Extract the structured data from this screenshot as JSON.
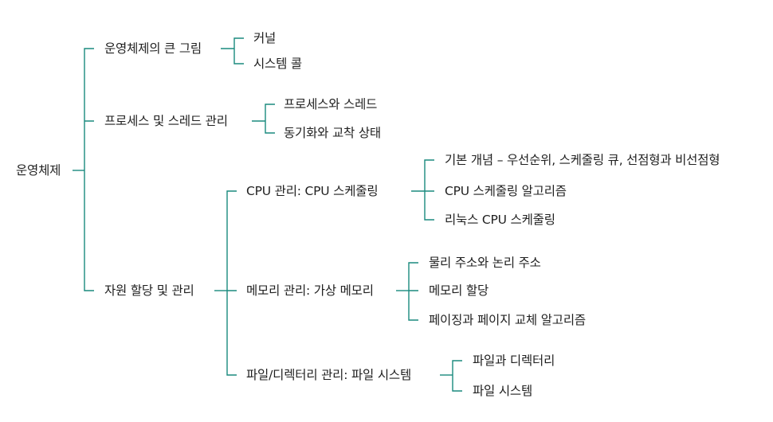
{
  "tree": {
    "root": "운영체제",
    "branches": [
      {
        "label": "운영체제의 큰 그림",
        "children": [
          {
            "label": "커널"
          },
          {
            "label": "시스템 콜"
          }
        ]
      },
      {
        "label": "프로세스 및 스레드 관리",
        "children": [
          {
            "label": "프로세스와 스레드"
          },
          {
            "label": "동기화와 교착 상태"
          }
        ]
      },
      {
        "label": "자원 할당 및 관리",
        "children": [
          {
            "label": "CPU 관리: CPU 스케줄링",
            "children": [
              {
                "label": "기본 개념 – 우선순위, 스케줄링 큐, 선점형과 비선점형"
              },
              {
                "label": "CPU 스케줄링 알고리즘"
              },
              {
                "label": "리눅스 CPU 스케줄링"
              }
            ]
          },
          {
            "label": "메모리 관리: 가상 메모리",
            "children": [
              {
                "label": "물리 주소와 논리 주소"
              },
              {
                "label": "메모리 할당"
              },
              {
                "label": "페이징과 페이지 교체 알고리즘"
              }
            ]
          },
          {
            "label": "파일/디렉터리 관리: 파일 시스템",
            "children": [
              {
                "label": "파일과 디렉터리"
              },
              {
                "label": "파일 시스템"
              }
            ]
          }
        ]
      }
    ]
  },
  "colors": {
    "connector": "#1a8a7e",
    "text": "#1f1f1f",
    "background": "#ffffff"
  }
}
